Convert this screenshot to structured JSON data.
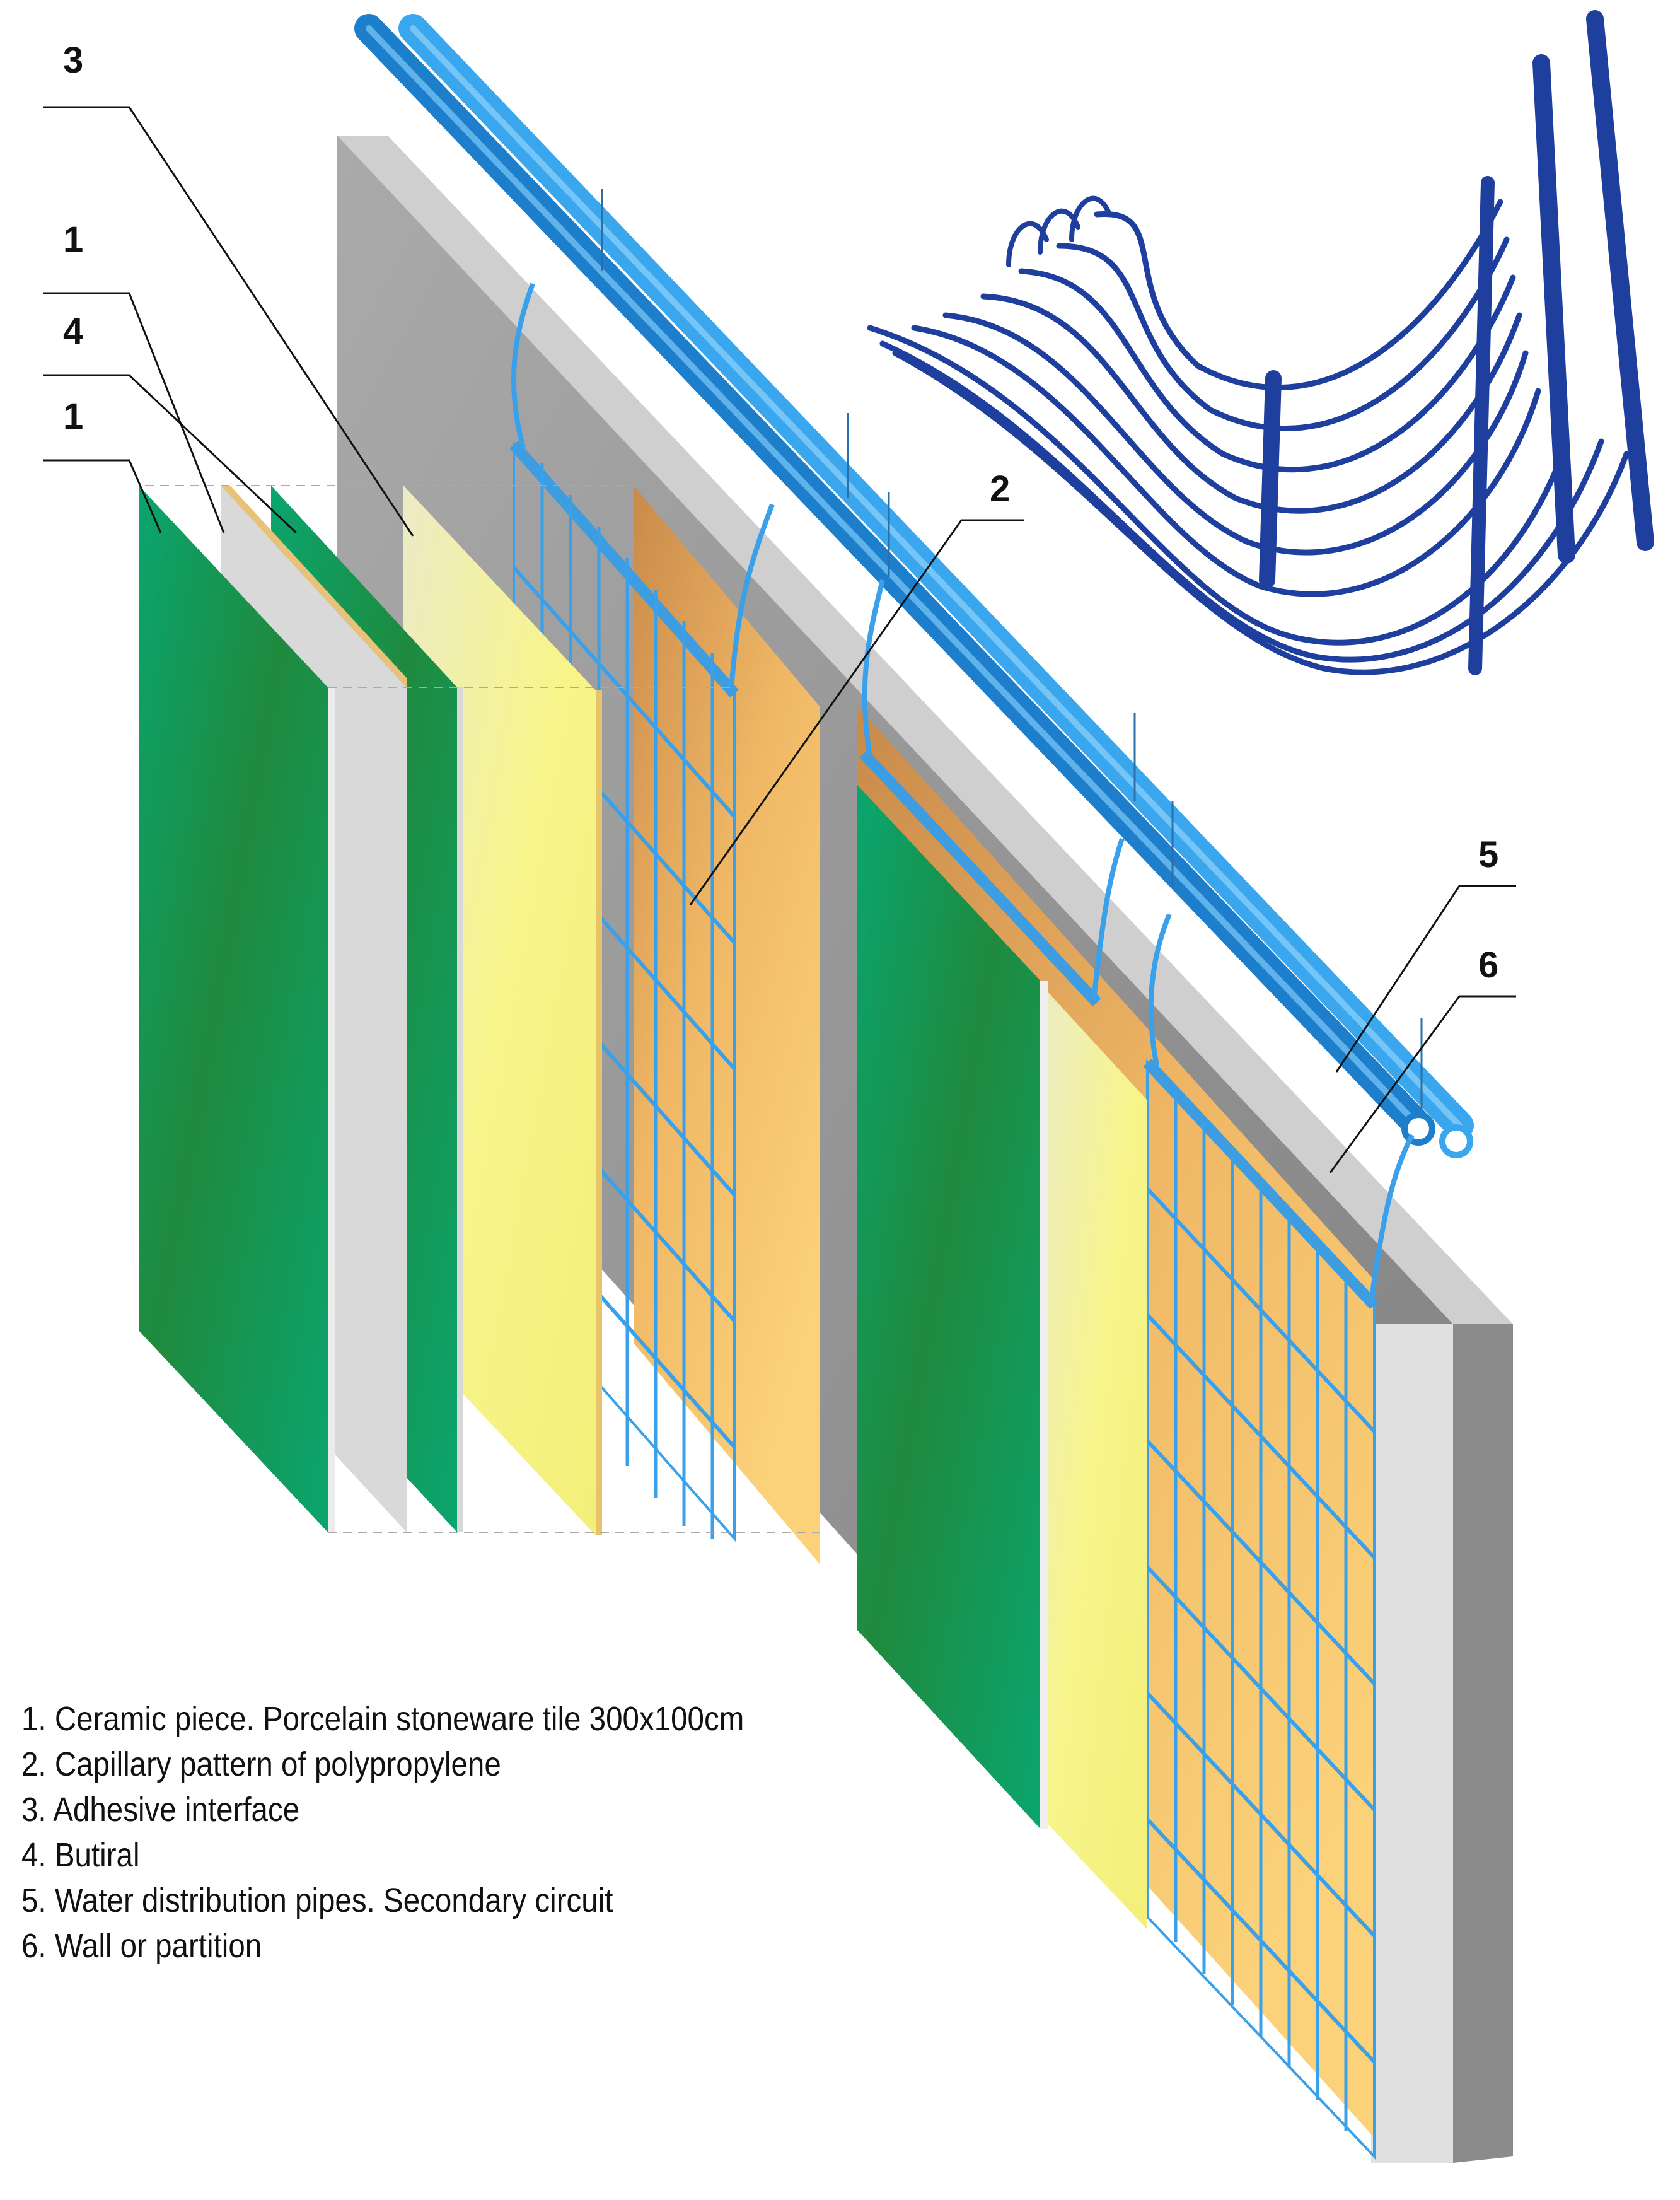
{
  "colors": {
    "tile_green": "#0f9a64",
    "butiral_grey": "#dcdcdc",
    "adhesive_yellow": "#f3f08a",
    "capillary_blue": "#3aa0ea",
    "backing_orange": "#e7a35a",
    "wall_grey": "#9a9a9a",
    "pipe_blue": "#2a8fd8",
    "mat_navy": "#1f3f9e"
  },
  "callouts": [
    {
      "id": "c3a",
      "label": "3"
    },
    {
      "id": "c1a",
      "label": "1"
    },
    {
      "id": "c4",
      "label": "4"
    },
    {
      "id": "c1b",
      "label": "1"
    },
    {
      "id": "c2",
      "label": "2"
    },
    {
      "id": "c5",
      "label": "5"
    },
    {
      "id": "c6",
      "label": "6"
    }
  ],
  "legend": [
    "1. Ceramic piece. Porcelain stoneware tile 300x100cm",
    "2. Capillary pattern of polypropylene",
    "3. Adhesive interface",
    "4. Butiral",
    "5. Water distribution pipes. Secondary circuit",
    "6. Wall or partition"
  ]
}
